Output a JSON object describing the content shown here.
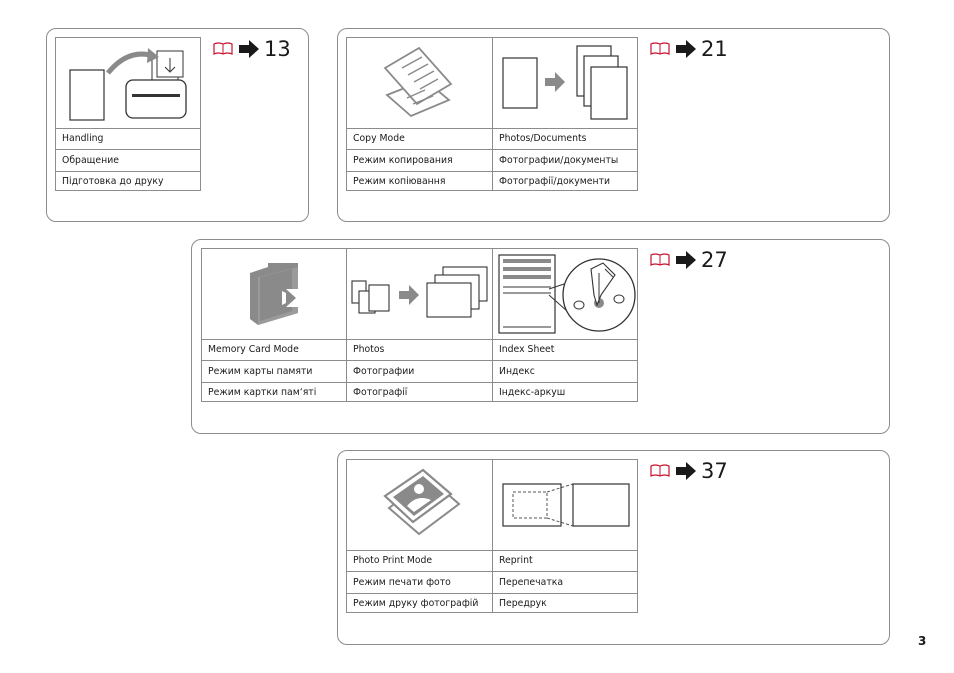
{
  "sections": [
    {
      "page_ref": "13",
      "items": [
        {
          "icon": "printer-paper-load-icon",
          "labels": [
            "Handling",
            "Обращение",
            "Підготовка до друку"
          ]
        }
      ]
    },
    {
      "page_ref": "21",
      "items": [
        {
          "icon": "copy-mode-icon",
          "labels": [
            "Copy Mode",
            "Режим копирования",
            "Режим копіювання"
          ]
        },
        {
          "icon": "photos-documents-copy-icon",
          "labels": [
            "Photos/Documents",
            "Фотографии/документы",
            "Фотографії/документи"
          ]
        }
      ]
    },
    {
      "page_ref": "27",
      "items": [
        {
          "icon": "memory-card-icon",
          "labels": [
            "Memory Card Mode",
            "Режим карты памяти",
            "Режим картки пам‘яті"
          ]
        },
        {
          "icon": "photos-print-icon",
          "labels": [
            "Photos",
            "Фотографии",
            "Фотографії"
          ]
        },
        {
          "icon": "index-sheet-icon",
          "labels": [
            "Index Sheet",
            "Индекс",
            "Індекс-аркуш"
          ]
        }
      ]
    },
    {
      "page_ref": "37",
      "items": [
        {
          "icon": "photo-print-mode-icon",
          "labels": [
            "Photo Print Mode",
            "Режим печати фото",
            "Режим друку фотографій"
          ]
        },
        {
          "icon": "reprint-icon",
          "labels": [
            "Reprint",
            "Перепечатка",
            "Передрук"
          ]
        }
      ]
    }
  ],
  "page_number": "3",
  "colors": {
    "book_icon": "#c8102e",
    "arrow": "#1a1a1a",
    "border": "#8c8c8c",
    "icon_gray": "#8a8a8a"
  }
}
